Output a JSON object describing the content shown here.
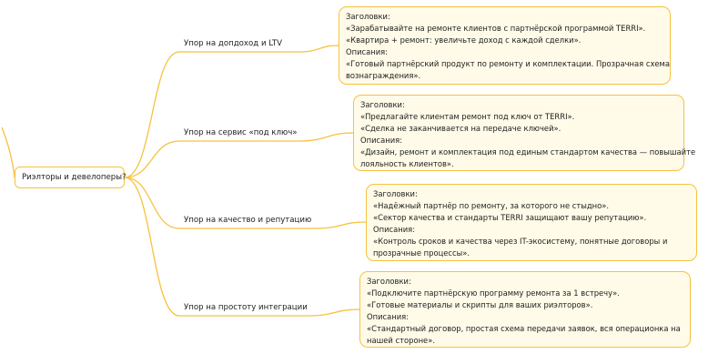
{
  "colors": {
    "line": "#f6c23e",
    "card_fill": "#fffbe8",
    "text": "#1e1e1e"
  },
  "root": {
    "label": "Риэлторы и девелоперы?"
  },
  "branches": [
    {
      "label": "Упор на допдоход и LTV",
      "card": [
        "Заголовки:",
        "«Зарабатывайте на ремонте клиентов с партнёрской программой TERRI».",
        "«Квартира + ремонт: увеличьте доход с каждой сделки».",
        "Описания:",
        "«Готовый партнёрский продукт по ремонту и комплектации. Прозрачная схема",
        "вознаграждения»."
      ]
    },
    {
      "label": "Упор на сервис «под ключ»",
      "card": [
        "Заголовки:",
        "«Предлагайте клиентам ремонт под ключ от TERRI».",
        "«Сделка не заканчивается на передаче ключей».",
        "Описания:",
        "«Дизайн, ремонт и комплектация под единым стандартом качества — повышайте",
        "лояльность клиентов»."
      ]
    },
    {
      "label": "Упор на качество и репутацию",
      "card": [
        "Заголовки:",
        "«Надёжный партнёр по ремонту, за которого не стыдно».",
        "«Сектор качества и стандарты TERRI защищают вашу репутацию».",
        "Описания:",
        "«Контроль сроков и качества через IT-экосистему, понятные договоры и",
        "прозрачные процессы»."
      ]
    },
    {
      "label": "Упор на простоту интеграции",
      "card": [
        "Заголовки:",
        "«Подключите партнёрскую программу ремонта за 1 встречу».",
        "«Готовые материалы и скрипты для ваших риэлторов».",
        "Описания:",
        "«Стандартный договор, простая схема передачи заявок, вся операционка на",
        "нашей стороне»."
      ]
    }
  ]
}
